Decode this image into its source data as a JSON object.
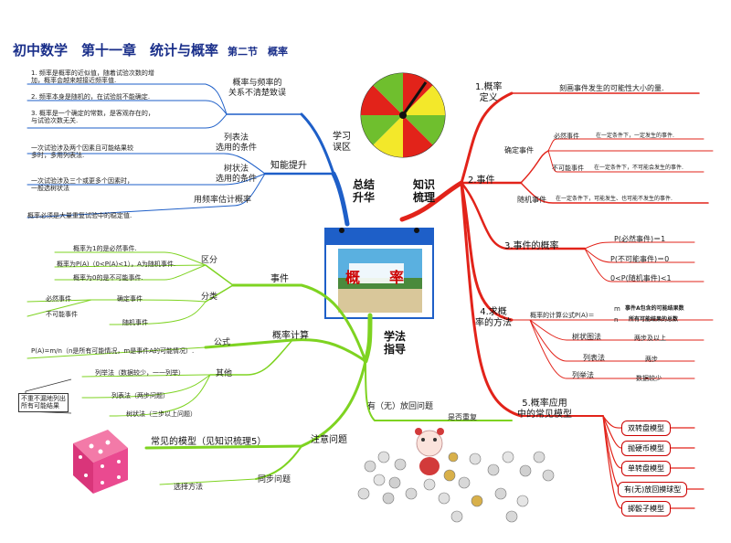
{
  "title": {
    "main": "初中数学　第十一章　统计与概率",
    "sub": "第二节　概率"
  },
  "center": {
    "label": "概　率"
  },
  "hubs": {
    "zongjie": "总结\n升华",
    "zhishi": "知识\n梳理",
    "xuefa": "学法\n指导"
  },
  "left_top": {
    "xuexi_wuqu": "学习\n误区",
    "zhineng_tisheng": "知能提升",
    "gailv_pinlv": "概率与频率的\n关系不清楚致误",
    "item1": "1. 频率是概率的近似值，随着试验次数的增\n加，概率会越来越接近频率值.",
    "item2": "2. 频率本身是随机的，在试验前不能确定.",
    "item3": "3. 概率是一个确定的常数，是客观存在的，\n与试验次数无关.",
    "liebiaofa_cond": "列表法\n选用的条件",
    "shuzhuang_cond": "树状法\n选用的条件",
    "pinlv_gu": "用频率估计概率",
    "liebiaofa_desc": "一次试验涉及两个因素且可能结果较\n多时，多用列表法.",
    "shuzhuang_desc": "一次试验涉及三个或更多个因素时，\n一般选树状法",
    "pinlv_desc": "概率必须是大量重复试验中的稳定值."
  },
  "left_bottom": {
    "shijian": "事件",
    "qufen": "区分",
    "fenlei": "分类",
    "gailv_jisuan": "概率计算",
    "gongshi": "公式",
    "qita": "其他",
    "zhuyi": "注意问题",
    "changjian": "常见的模型（见知识梳理5）",
    "tongbu": "同步问题",
    "xuanze": "选择方法",
    "youwu": "有（无）放回问题",
    "shifou": "是否重复",
    "q1": "概率为1的是必然事件.",
    "q2": "概率为P(A)（0<P(A)<1），A为随机事件.",
    "q3": "概率为0的是不可能事件.",
    "f1": "必然事件",
    "f2": "不可能事件",
    "f3": "确定事件",
    "f4": "随机事件",
    "gs": "P(A)=m/n（n是所有可能情况，m是事件A的可能情况）.",
    "o1": "列举法（数据较少，一一列举）",
    "o2": "列表法（两步问题）",
    "o3": "树状法（三步以上问题）",
    "buchong": "不重不漏地列出\n所有可能结果"
  },
  "right": {
    "r1": "1.概率\n定义",
    "r1_desc": "刻画事件发生的可能性大小的量.",
    "r2": "2.事件",
    "queding": "确定事件",
    "biran": "必然事件",
    "biran_desc": "在一定条件下，一定发生的事件.",
    "bukeneng": "不可能事件",
    "bukeneng_desc": "在一定条件下，不可能会发生的事件.",
    "suiji": "随机事件",
    "suiji_desc": "在一定条件下，可能发生、也可能不发生的事件.",
    "r3": "3.事件的概率",
    "p1": "P(必然事件)＝1",
    "p2": "P(不可能事件)＝0",
    "p3": "0<P(随机事件)<1",
    "r4": "4.求概\n率的方法",
    "formula": "概率的计算公式P(A)＝",
    "formula_num": "m",
    "formula_den": "n",
    "formula_rhs_top": "事件A包含的可能结果数",
    "formula_rhs_bot": "所有可能结果的总数",
    "shuzhuang": "树状图法",
    "liangbu_shang": "两步及以上",
    "liebiao": "列表法",
    "liangbu": "两步",
    "liju": "列举法",
    "shuju_shao": "数据较少",
    "r5": "5.概率应用\n中的常见模型",
    "m1": "双转盘模型",
    "m2": "抛硬币模型",
    "m3": "单转盘模型",
    "m4": "有(无)放回摸球型",
    "m5": "掷骰子模型"
  },
  "colors": {
    "red": "#e2231a",
    "blue": "#1e5fc8",
    "green": "#7ed321",
    "title": "#1a2f8a"
  }
}
